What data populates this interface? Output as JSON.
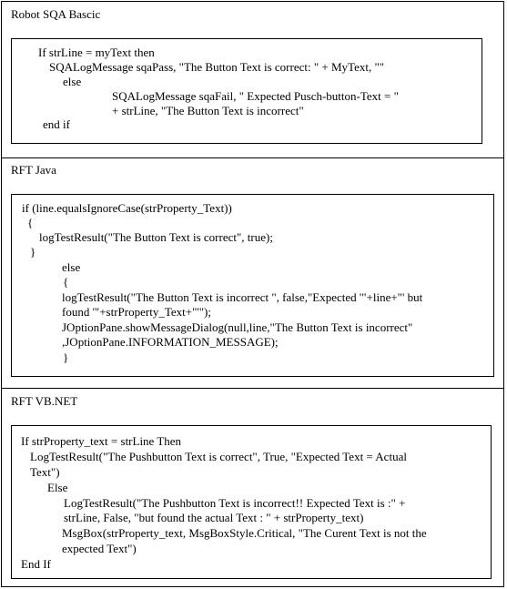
{
  "sections": [
    {
      "title": "Robot SQA Bascic",
      "lines": [
        "If strLine = myText then",
        "SQALogMessage sqaPass, \"The Button Text is correct: \" + MyText, \"\"",
        "else",
        "SQALogMessage sqaFail, \" Expected Pusch-button-Text = \"",
        "+ strLine, \"The Button Text is incorrect\"",
        "end if"
      ]
    },
    {
      "title": "RFT Java",
      "lines": [
        "if (line.equalsIgnoreCase(strProperty_Text))",
        "{",
        "logTestResult(\"The Button Text is correct\", true);",
        "}",
        "else",
        "{",
        "logTestResult(\"The Button Text is incorrect \", false,\"Expected '\"+line+\"' but",
        "found '\"+strProperty_Text+\"'\");",
        "JOptionPane.showMessageDialog(null,line,\"The Button Text is incorrect\"",
        ",JOptionPane.INFORMATION_MESSAGE);",
        "}"
      ]
    },
    {
      "title": "RFT VB.NET",
      "lines": [
        "If strProperty_text = strLine Then",
        "LogTestResult(\"The Pushbutton Text is correct\", True, \"Expected Text = Actual",
        "Text\")",
        "Else",
        "LogTestResult(\"The Pushbutton Text is incorrect!! Expected Text is :\" +",
        "strLine, False, \"but found the actual Text : \" + strProperty_text)",
        "MsgBox(strProperty_text, MsgBoxStyle.Critical, \"The Curent Text is not the",
        "expected Text\")",
        "End If"
      ]
    }
  ]
}
